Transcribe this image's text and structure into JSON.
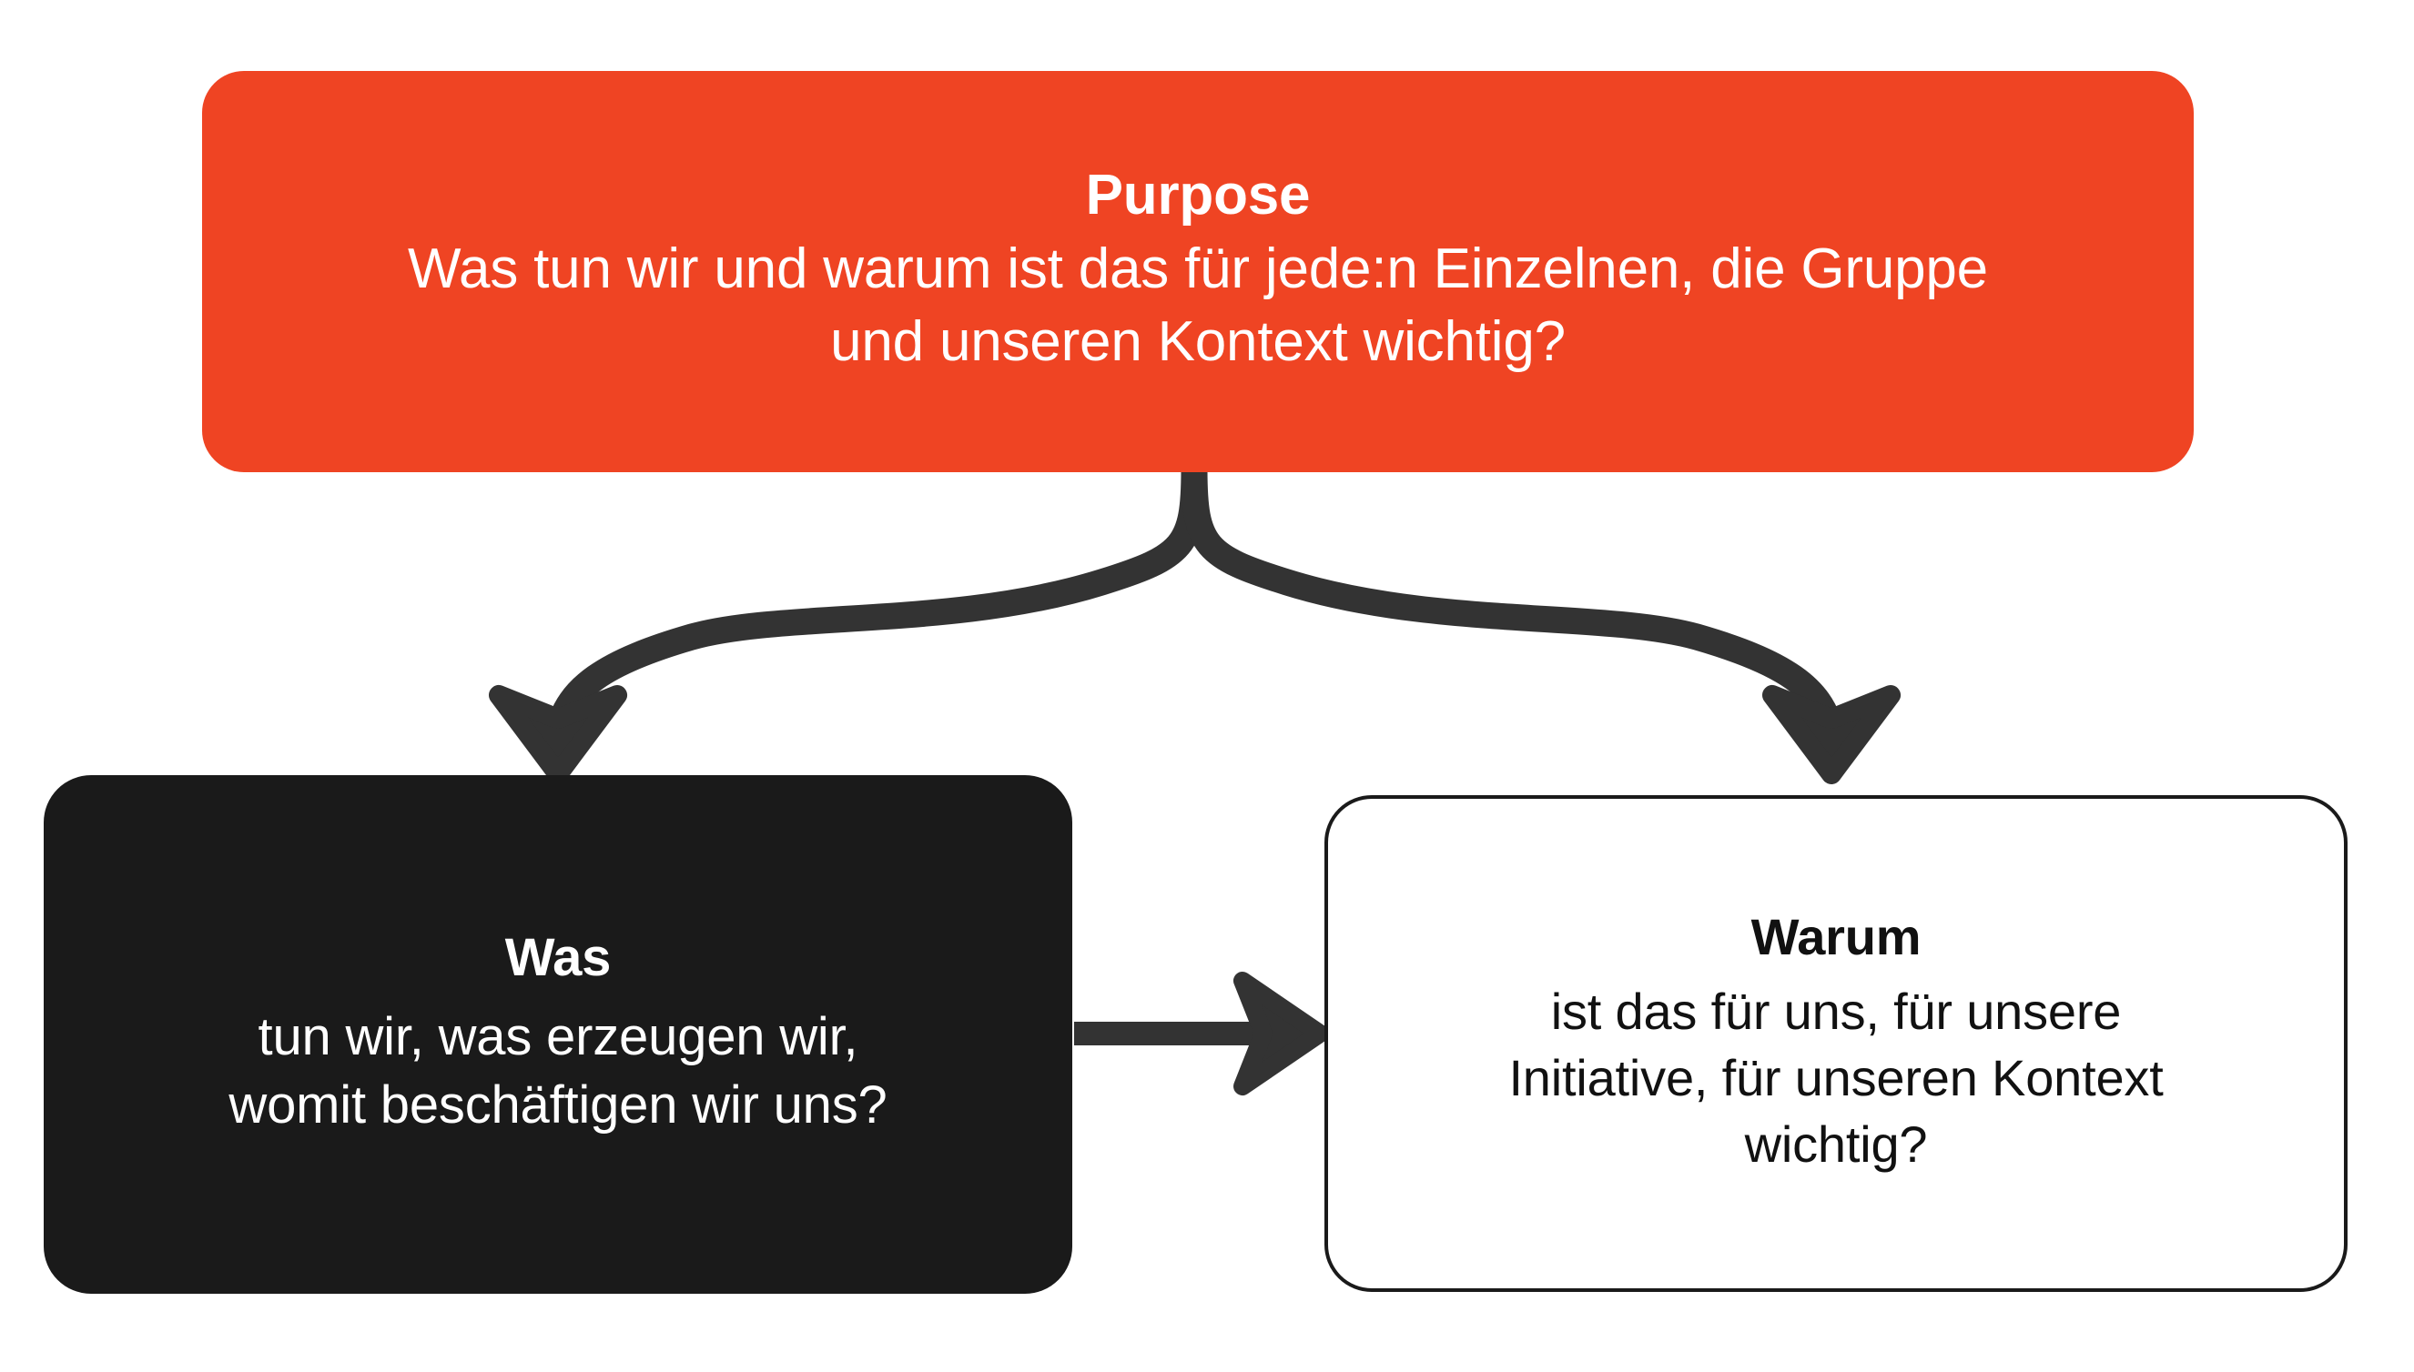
{
  "diagram": {
    "background_color": "#ffffff",
    "accent_color": "#ef4423",
    "dark_color": "#1a1a1a",
    "connector_color": "#333333",
    "nodes": {
      "purpose": {
        "title": "Purpose",
        "line1": "Was tun wir und warum ist das für jede:n Einzelnen, die Gruppe",
        "line2": "und unseren Kontext wichtig?",
        "fill": "#ef4423",
        "text_color": "#ffffff"
      },
      "was": {
        "title": "Was",
        "line1": "tun wir, was erzeugen wir,",
        "line2": "womit beschäftigen wir uns?",
        "fill": "#1a1a1a",
        "text_color": "#ffffff"
      },
      "warum": {
        "title": "Warum",
        "line1": "ist das für uns, für unsere",
        "line2": "Initiative, für unseren Kontext",
        "line3": "wichtig?",
        "fill": "#ffffff",
        "text_color": "#111111"
      }
    },
    "connectors": {
      "fork_left": "purpose-to-was",
      "fork_right": "purpose-to-warum",
      "horizontal": "was-to-warum"
    }
  }
}
